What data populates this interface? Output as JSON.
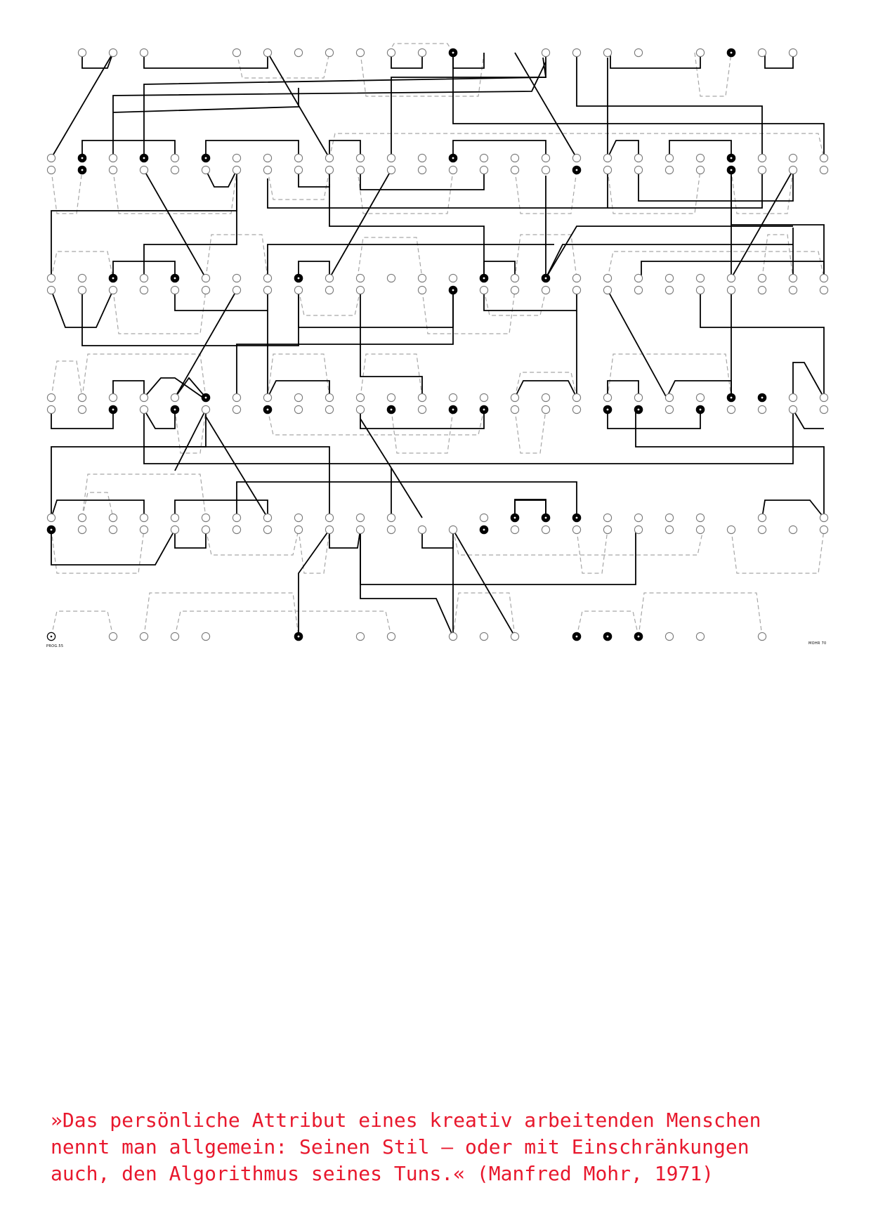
{
  "artwork": {
    "colors": {
      "ink": "#000000",
      "dashed": "#a6a6a6",
      "node_stroke": "#7a7a7a"
    },
    "label_left": "PROG.55",
    "label_right": "MOHR 70"
  },
  "quote": {
    "color": "#e8182d",
    "lines": [
      "»Das persönliche Attribut eines kreativ arbeitenden Menschen",
      "nennt man allgemein: Seinen Stil — oder mit Einschränkungen",
      "auch, den Algorithmus seines Tuns.« (Manfred Mohr, 1971)"
    ]
  }
}
